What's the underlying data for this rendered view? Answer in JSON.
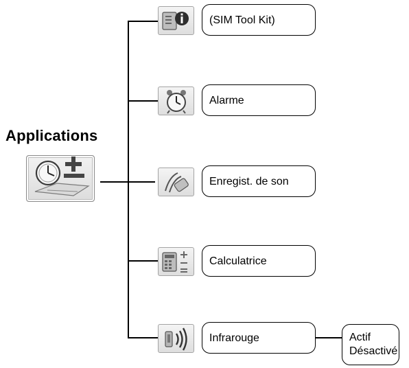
{
  "title": "Applications",
  "main_icon": "clock-calculator-icon",
  "items": [
    {
      "label": "(SIM Tool Kit)",
      "icon": "sim-tool-kit-icon"
    },
    {
      "label": "Alarme",
      "icon": "alarm-clock-icon"
    },
    {
      "label": "Enregist. de son",
      "icon": "voice-recorder-icon"
    },
    {
      "label": "Calculatrice",
      "icon": "calculator-icon"
    },
    {
      "label": "Infrarouge",
      "icon": "infrared-icon"
    }
  ],
  "infrared_options": [
    "Actif",
    "Désactivé"
  ]
}
